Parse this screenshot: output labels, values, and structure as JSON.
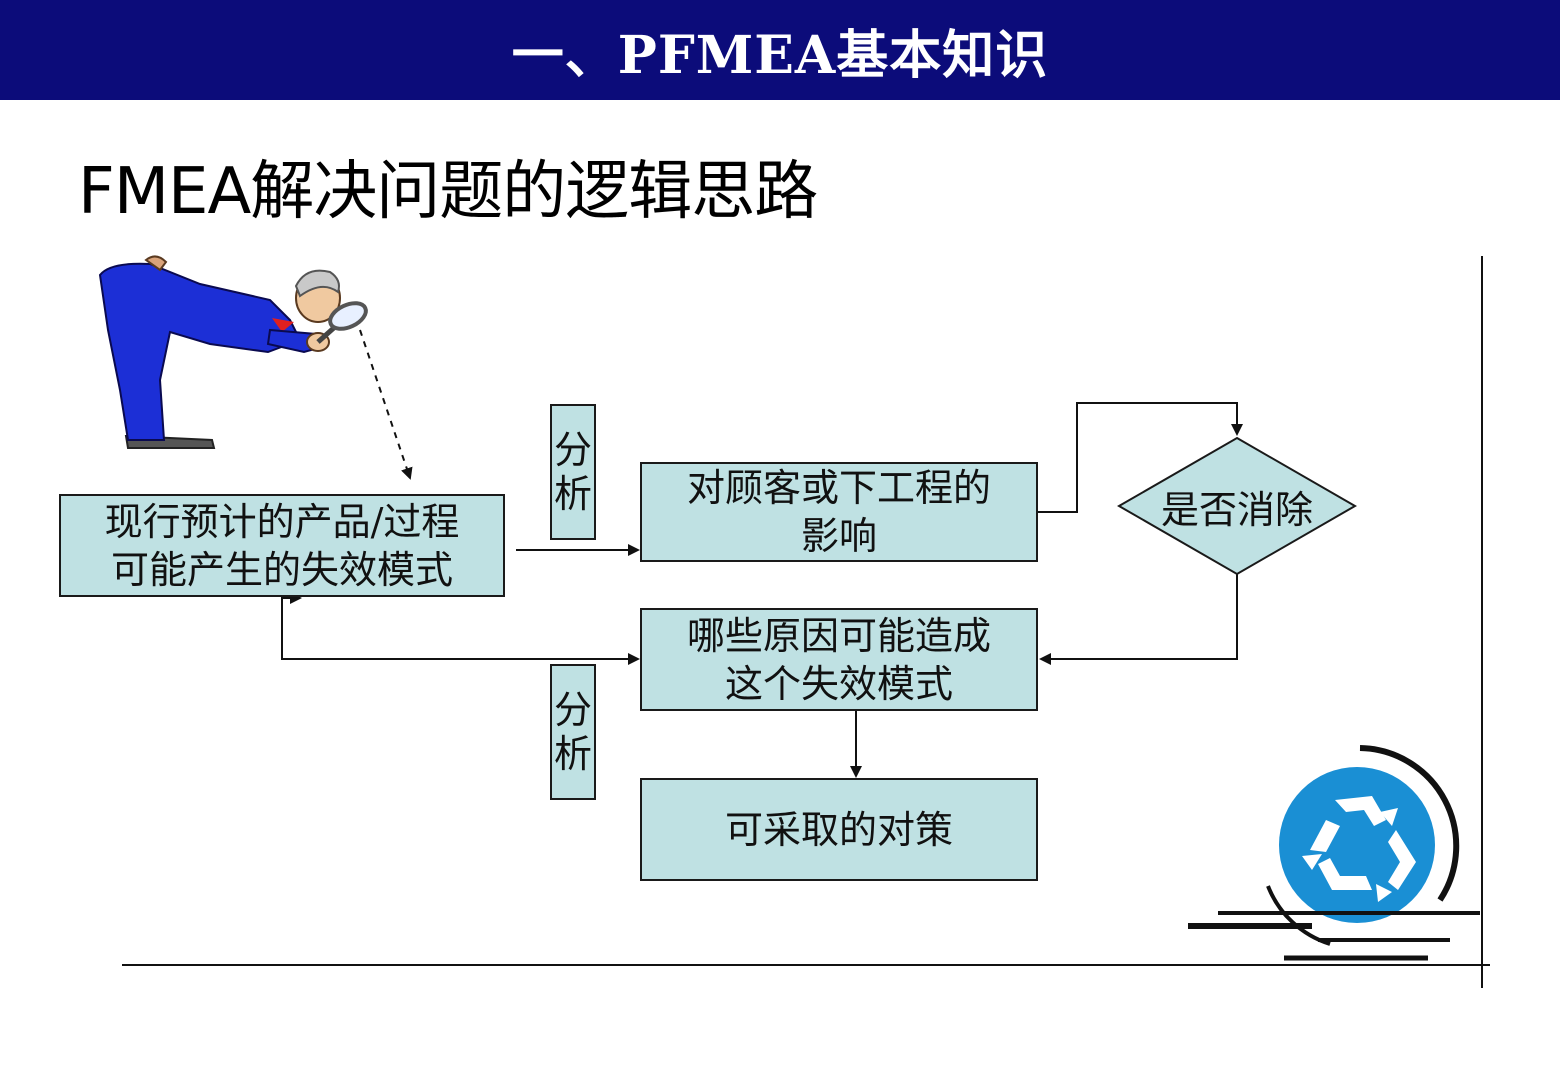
{
  "header": {
    "title": "一、PFMEA基本知识"
  },
  "subtitle": "FMEA解决问题的逻辑思路",
  "flow": {
    "start_box": {
      "line1": "现行预计的产品/过程",
      "line2": "可能产生的失效模式"
    },
    "effect_box": {
      "line1": "对顾客或下工程的",
      "line2": "影响"
    },
    "decision": "是否消除",
    "cause_box": {
      "line1": "哪些原因可能造成",
      "line2": "这个失效模式"
    },
    "action_box": "可采取的对策",
    "analysis_label_top": [
      "分",
      "析"
    ],
    "analysis_label_bottom": [
      "分",
      "析"
    ]
  },
  "colors": {
    "header_bg": "#0c0c7a",
    "box_fill": "#bfe1e3",
    "recycle_blue": "#1a8fd4",
    "suit_blue": "#1c2fd6"
  },
  "icons": {
    "inspector": "man-with-magnifying-glass-icon",
    "recycle": "recycle-icon"
  }
}
